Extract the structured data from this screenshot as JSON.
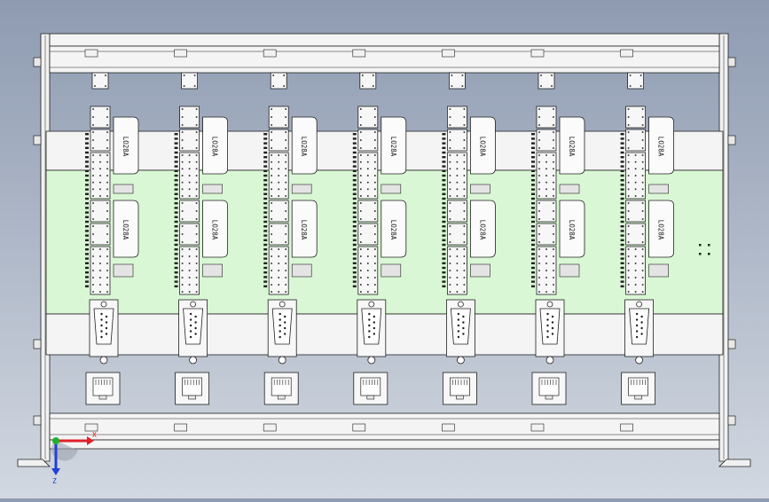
{
  "view": {
    "background_top": "#8e9bb1",
    "background_bottom": "#d2d8e1",
    "board_color": "#d9f7d4",
    "rail_color": "#f4f4f4",
    "line_color": "#202020"
  },
  "modules": [
    {
      "chip_label": "LO28A"
    },
    {
      "chip_label": "LO28A"
    },
    {
      "chip_label": "LO28A"
    },
    {
      "chip_label": "LO28A"
    },
    {
      "chip_label": "LO28A"
    },
    {
      "chip_label": "LO28A"
    },
    {
      "chip_label": "LO28A"
    }
  ],
  "module_parts": {
    "top_connector": "small-header-connector",
    "upper_chip": "chip-package",
    "lower_chip": "chip-package",
    "serial_port": "db9-serial-connector",
    "network_port": "rj45-ethernet-jack"
  },
  "triad": {
    "x_label": "X",
    "z_label": "Z",
    "x_color": "#e0202a",
    "z_color": "#2040d8",
    "origin_color": "#20b030"
  }
}
